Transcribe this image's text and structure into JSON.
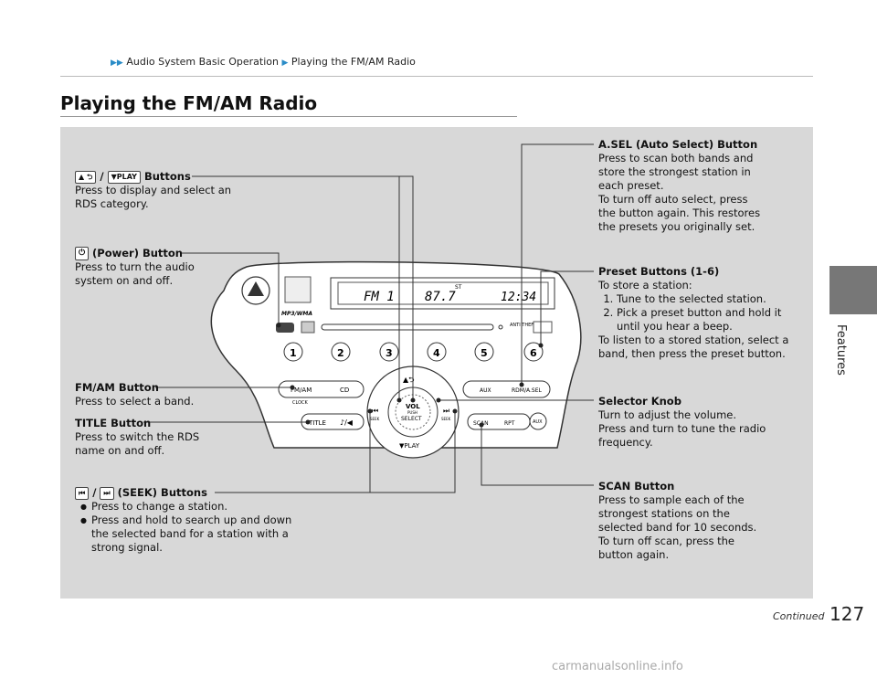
{
  "breadcrumb": {
    "part1": "Audio System Basic Operation",
    "part2": "Playing the FM/AM Radio"
  },
  "side_tab": "Features",
  "page_number": "127",
  "continued": "Continued",
  "page_title": "Playing the FM/AM Radio",
  "radio": {
    "display_band": "FM 1",
    "display_freq": "87.7",
    "display_st": "ST",
    "display_time": "12:34",
    "mp3_logo": "MP3/WMA",
    "anti_theft": "ANTI THEFT",
    "presets": [
      "1",
      "2",
      "3",
      "4",
      "5",
      "6"
    ],
    "fmam": "FM/AM",
    "cd": "CD",
    "clock": "CLOCK",
    "title_btn": "TITLE",
    "aux": "AUX",
    "rdm": "RDM/A.SEL",
    "scan": "SCAN",
    "rpt": "RPT",
    "aux2": "AUX",
    "vol": "VOL",
    "push": "PUSH",
    "select": "SELECT",
    "play": "▼PLAY",
    "seek": "SEEK"
  },
  "labels": {
    "rds": {
      "key2": "▼PLAY",
      "title": "Buttons",
      "body": "Press to display and select an RDS category."
    },
    "power": {
      "title": "(Power) Button",
      "body": "Press to turn the audio system on and off."
    },
    "fmam": {
      "title": "FM/AM Button",
      "body": "Press to select a band."
    },
    "titlebtn": {
      "title": "TITLE Button",
      "body": "Press to switch the RDS name on and off."
    },
    "seek": {
      "title": "(SEEK) Buttons",
      "b1": "Press to change a station.",
      "b2": "Press and hold to search up and down the selected band for a station with a strong signal.",
      "k": "SEEK"
    },
    "asel": {
      "title": "A.SEL (Auto Select) Button",
      "p1": "Press to scan both bands and store the strongest station in each preset.",
      "p2": "To turn off auto select, press the button again. This restores the presets you originally set."
    },
    "preset": {
      "title": "Preset Buttons (1-6)",
      "p1": "To store a station:",
      "s1": "Tune to the selected station.",
      "s2": "Pick a preset button and hold it until you hear a beep.",
      "p2": "To listen to a stored station, select a band, then press the preset button."
    },
    "knob": {
      "title": "Selector Knob",
      "p1": "Turn to adjust the volume.",
      "p2": "Press and turn to tune the radio frequency."
    },
    "scan": {
      "title": "SCAN Button",
      "body": "Press to sample each of the strongest stations on the selected band for 10 seconds. To turn off scan, press the button again."
    }
  },
  "watermark": "carmanualsonline.info"
}
